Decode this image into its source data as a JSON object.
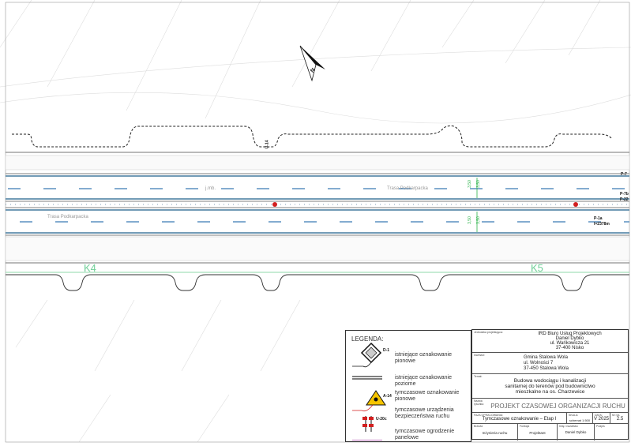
{
  "drawing": {
    "road_name": "Trasa Podkarpacka",
    "road_name_2": "Trasa Podkarpacka",
    "jmb": "j.mb.",
    "km_markers": [
      "K4",
      "K5"
    ],
    "dimensions": [
      "3,50",
      "3,50",
      "3,50",
      "3,50"
    ],
    "sign_labels": {
      "p1a": "P-1a",
      "p1a_len": "l=2378m",
      "p7b": "P-7b",
      "p22": "P-22",
      "p7": "P-7",
      "u14": "U-14"
    },
    "north_arrow": "N"
  },
  "legend": {
    "title": "LEGENDA:",
    "items": [
      {
        "label": "istniejące oznakowanie pionowe",
        "icon": "diamond-sign-icon",
        "code": "D-1"
      },
      {
        "label": "istniejące oznakowanie poziome",
        "icon": "double-line-icon"
      },
      {
        "label": "tymczasowe oznakowanie pionowe",
        "icon": "roadwork-sign-icon",
        "code": "A-14"
      },
      {
        "label": "tymczasowe urządzenia bezpieczeństwa ruchu",
        "icon": "barrier-icon",
        "code": "U-20c"
      },
      {
        "label": "tymczasowe ogrodzenie panelowe",
        "icon": "fence-line-icon"
      }
    ],
    "colors": {
      "fence": "#b04cb0",
      "sign": "#f5c400",
      "barrier": "#d21f1f"
    }
  },
  "title_block": {
    "designer_caption": "Jednostka projektująca:",
    "designer": [
      "IRD Biuro Usług Projektowych",
      "Daniel Dybko",
      "ul. Wańkowicza 21",
      "37-400 Nisko"
    ],
    "investor_caption": "Inwestor:",
    "investor": [
      "Gmina Stalowa Wola",
      "ul. Wolności 7",
      "37-450 Stalowa Wola"
    ],
    "subject_caption": "Temat:",
    "subject": [
      "Budowa wodociągu i kanalizacji",
      "sanitarnej do terenów pod budownictwo",
      "mieszkalne na os. Charzewice"
    ],
    "drawing_caption": "Nazwa rysunku:",
    "drawing_name": "PROJEKT CZASOWEJ ORGANIZACJI RUCHU",
    "phase_caption": "FAZA OPRACOWANIA:",
    "phase": "Tymczasowe oznakowanie – Etap I",
    "scale_caption": "SKALA:",
    "scale": "schemat 1:500",
    "date_caption": "DATA:",
    "date": "V 2025",
    "number_caption": "Nr rys.",
    "number": "2.5",
    "branch_caption": "Branża",
    "branch": "Inżynieria ruchu",
    "function_caption": "Funkcja",
    "function": "Projektant",
    "name_caption": "Imię i nazwisko",
    "name": "Daniel Dybko",
    "signature_caption": "Podpis"
  }
}
